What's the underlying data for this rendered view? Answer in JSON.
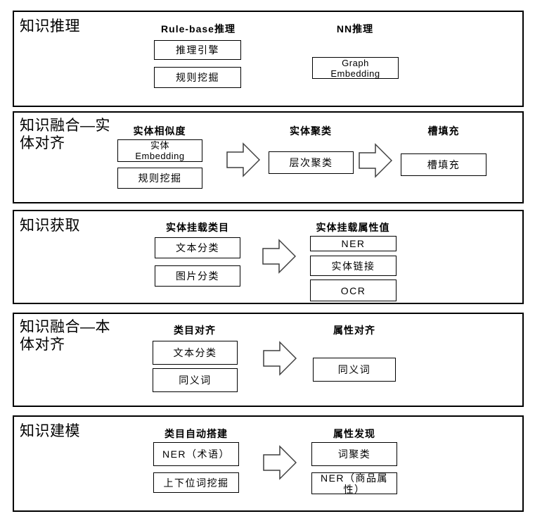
{
  "colors": {
    "line": "#000000",
    "background": "#ffffff",
    "arrow_outline": "#3f3f3f"
  },
  "icons": {
    "flow_arrow": "hollow-right-block-arrow"
  },
  "sections": [
    {
      "title": "知识推理",
      "columns": [
        {
          "label": "Rule-base推理",
          "boxes": [
            "推理引擎",
            "规则挖掘"
          ]
        },
        {
          "label": "NN推理",
          "boxes": [
            "Graph\nEmbedding"
          ]
        }
      ]
    },
    {
      "title": "知识融合—实体对齐",
      "columns": [
        {
          "label": "实体相似度",
          "boxes": [
            "实体\nEmbedding",
            "规则挖掘"
          ]
        },
        {
          "label": "实体聚类",
          "boxes": [
            "层次聚类"
          ]
        },
        {
          "label": "槽填充",
          "boxes": [
            "槽填充"
          ]
        }
      ]
    },
    {
      "title": "知识获取",
      "columns": [
        {
          "label": "实体挂载类目",
          "boxes": [
            "文本分类",
            "图片分类"
          ]
        },
        {
          "label": "实体挂载属性值",
          "boxes": [
            "NER",
            "实体链接",
            "OCR"
          ]
        }
      ]
    },
    {
      "title": "知识融合—本体对齐",
      "columns": [
        {
          "label": "类目对齐",
          "boxes": [
            "文本分类",
            "同义词"
          ]
        },
        {
          "label": "属性对齐",
          "boxes": [
            "同义词"
          ]
        }
      ]
    },
    {
      "title": "知识建模",
      "columns": [
        {
          "label": "类目自动搭建",
          "boxes": [
            "NER（术语）",
            "上下位词挖掘"
          ]
        },
        {
          "label": "属性发现",
          "boxes": [
            "词聚类",
            "NER（商品属性）"
          ]
        }
      ]
    }
  ]
}
